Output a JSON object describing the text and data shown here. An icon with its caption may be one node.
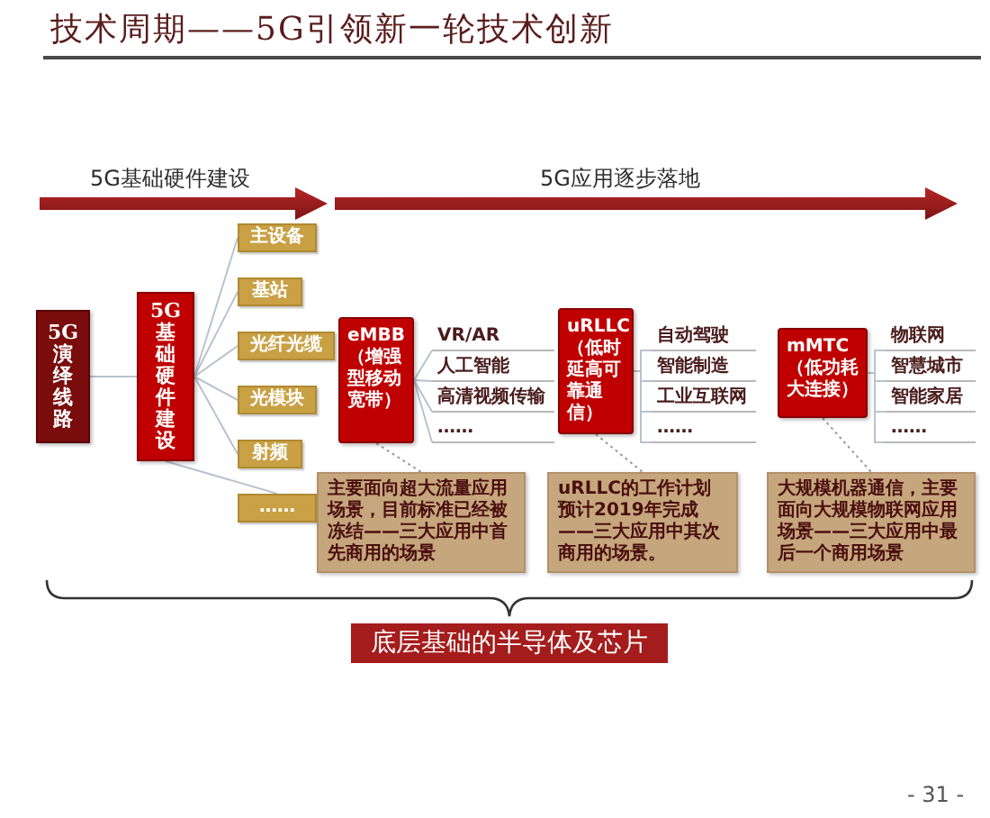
{
  "diagram": {
    "title": "技术周期——5G引领新一轮技术创新",
    "nodes": [
      {
        "text": [
          "5G演绎线路"
        ]
      },
      {
        "text": [
          "5G基础硬件建设"
        ]
      },
      {
        "text": [
          "主设备"
        ]
      },
      {
        "text": [
          "基站"
        ]
      },
      {
        "text": [
          "光纤光缆"
        ]
      },
      {
        "text": [
          "光模块"
        ]
      },
      {
        "text": [
          "射频"
        ]
      },
      {
        "text": [
          "……"
        ]
      },
      {
        "text": [
          "eMBB（增强型移动宽带）"
        ]
      },
      {
        "text": [
          "VR/AR"
        ]
      },
      {
        "text": [
          "人工智能"
        ]
      },
      {
        "text": [
          "高清视频传输"
        ]
      },
      {
        "text": [
          "……"
        ]
      },
      {
        "text": [
          "主要面向超大流量应用场景，目前标准已经被冻结——三大应用中首先商用的场景"
        ]
      },
      {
        "text": [
          "uRLLC（低时延高可靠通信）"
        ]
      },
      {
        "text": [
          "自动驾驶"
        ]
      },
      {
        "text": [
          "智能制造"
        ]
      },
      {
        "text": [
          "工业互联网"
        ]
      },
      {
        "text": [
          "……"
        ]
      },
      {
        "text": [
          "uRLLC的工作计划预计2019年完成——三大应用中其次商用的场景。"
        ]
      },
      {
        "text": [
          "mMTC（低功耗大连接）"
        ]
      },
      {
        "text": [
          "物联网"
        ]
      },
      {
        "text": [
          "智慧城市"
        ]
      },
      {
        "text": [
          "智能家居"
        ]
      },
      {
        "text": [
          "……"
        ]
      },
      {
        "text": [
          "大规模机器通信，主要面向大规模物联网应用场景——三大应用中最后一个商用场景"
        ]
      },
      {
        "text": [
          "底层基础的半导体及芯片"
        ]
      }
    ],
    "edges": [
      {
        "from": 0,
        "to": 1,
        "arrow": "none"
      },
      {
        "from": 1,
        "to": 2,
        "arrow": "none"
      },
      {
        "from": 1,
        "to": 3,
        "arrow": "none"
      },
      {
        "from": 1,
        "to": 4,
        "arrow": "none"
      },
      {
        "from": 1,
        "to": 5,
        "arrow": "none"
      },
      {
        "from": 1,
        "to": 6,
        "arrow": "none"
      },
      {
        "from": 1,
        "to": 7,
        "arrow": "none"
      },
      {
        "from": 8,
        "to": 9,
        "arrow": "none"
      },
      {
        "from": 8,
        "to": 10,
        "arrow": "none"
      },
      {
        "from": 8,
        "to": 11,
        "arrow": "none"
      },
      {
        "from": 8,
        "to": 12,
        "arrow": "none"
      },
      {
        "from": 8,
        "to": 13,
        "arrow": "none",
        "style": "dashed"
      },
      {
        "from": 14,
        "to": 15,
        "arrow": "none"
      },
      {
        "from": 14,
        "to": 16,
        "arrow": "none"
      },
      {
        "from": 14,
        "to": 17,
        "arrow": "none"
      },
      {
        "from": 14,
        "to": 18,
        "arrow": "none"
      },
      {
        "from": 14,
        "to": 19,
        "arrow": "none",
        "style": "dashed"
      },
      {
        "from": 20,
        "to": 21,
        "arrow": "none"
      },
      {
        "from": 20,
        "to": 22,
        "arrow": "none"
      },
      {
        "from": 20,
        "to": 23,
        "arrow": "none"
      },
      {
        "from": 20,
        "to": 24,
        "arrow": "none"
      },
      {
        "from": 20,
        "to": 25,
        "arrow": "none",
        "style": "dashed"
      }
    ],
    "labels": [
      "5G基础硬件建设",
      "5G应用逐步落地",
      "- 31 -"
    ]
  }
}
